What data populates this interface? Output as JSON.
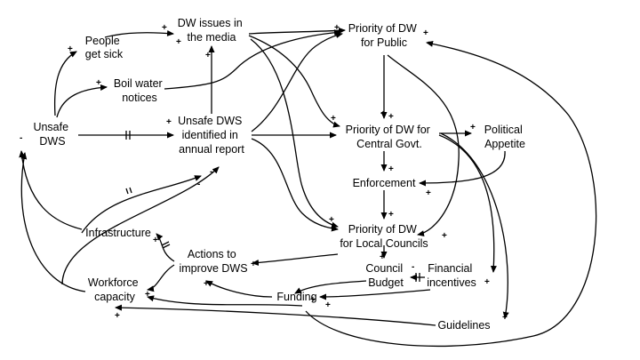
{
  "nodes": {
    "people_get_sick": [
      "People",
      "get sick"
    ],
    "dw_issues_media": [
      "DW issues in",
      "the media"
    ],
    "priority_public": [
      "Priority of DW",
      "for Public"
    ],
    "boil_water": [
      "Boil water",
      "notices"
    ],
    "unsafe_dws": [
      "Unsafe",
      "DWS"
    ],
    "unsafe_dws_report": [
      "Unsafe DWS",
      "identified in",
      "annual report"
    ],
    "priority_central": [
      "Priority of DW for",
      "Central Govt."
    ],
    "political_appetite": [
      "Political",
      "Appetite"
    ],
    "enforcement": [
      "Enforcement"
    ],
    "priority_local": [
      "Priority of DW",
      "for Local Councils"
    ],
    "infrastructure": [
      "Infrastructure"
    ],
    "actions_improve": [
      "Actions to",
      "improve DWS"
    ],
    "council_budget": [
      "Council",
      "Budget"
    ],
    "financial_incentives": [
      "Financial",
      "incentives"
    ],
    "workforce_capacity": [
      "Workforce",
      "capacity"
    ],
    "funding": [
      "Funding"
    ],
    "guidelines": [
      "Guidelines"
    ]
  },
  "signs": {
    "plus": "+",
    "minus": "-"
  }
}
